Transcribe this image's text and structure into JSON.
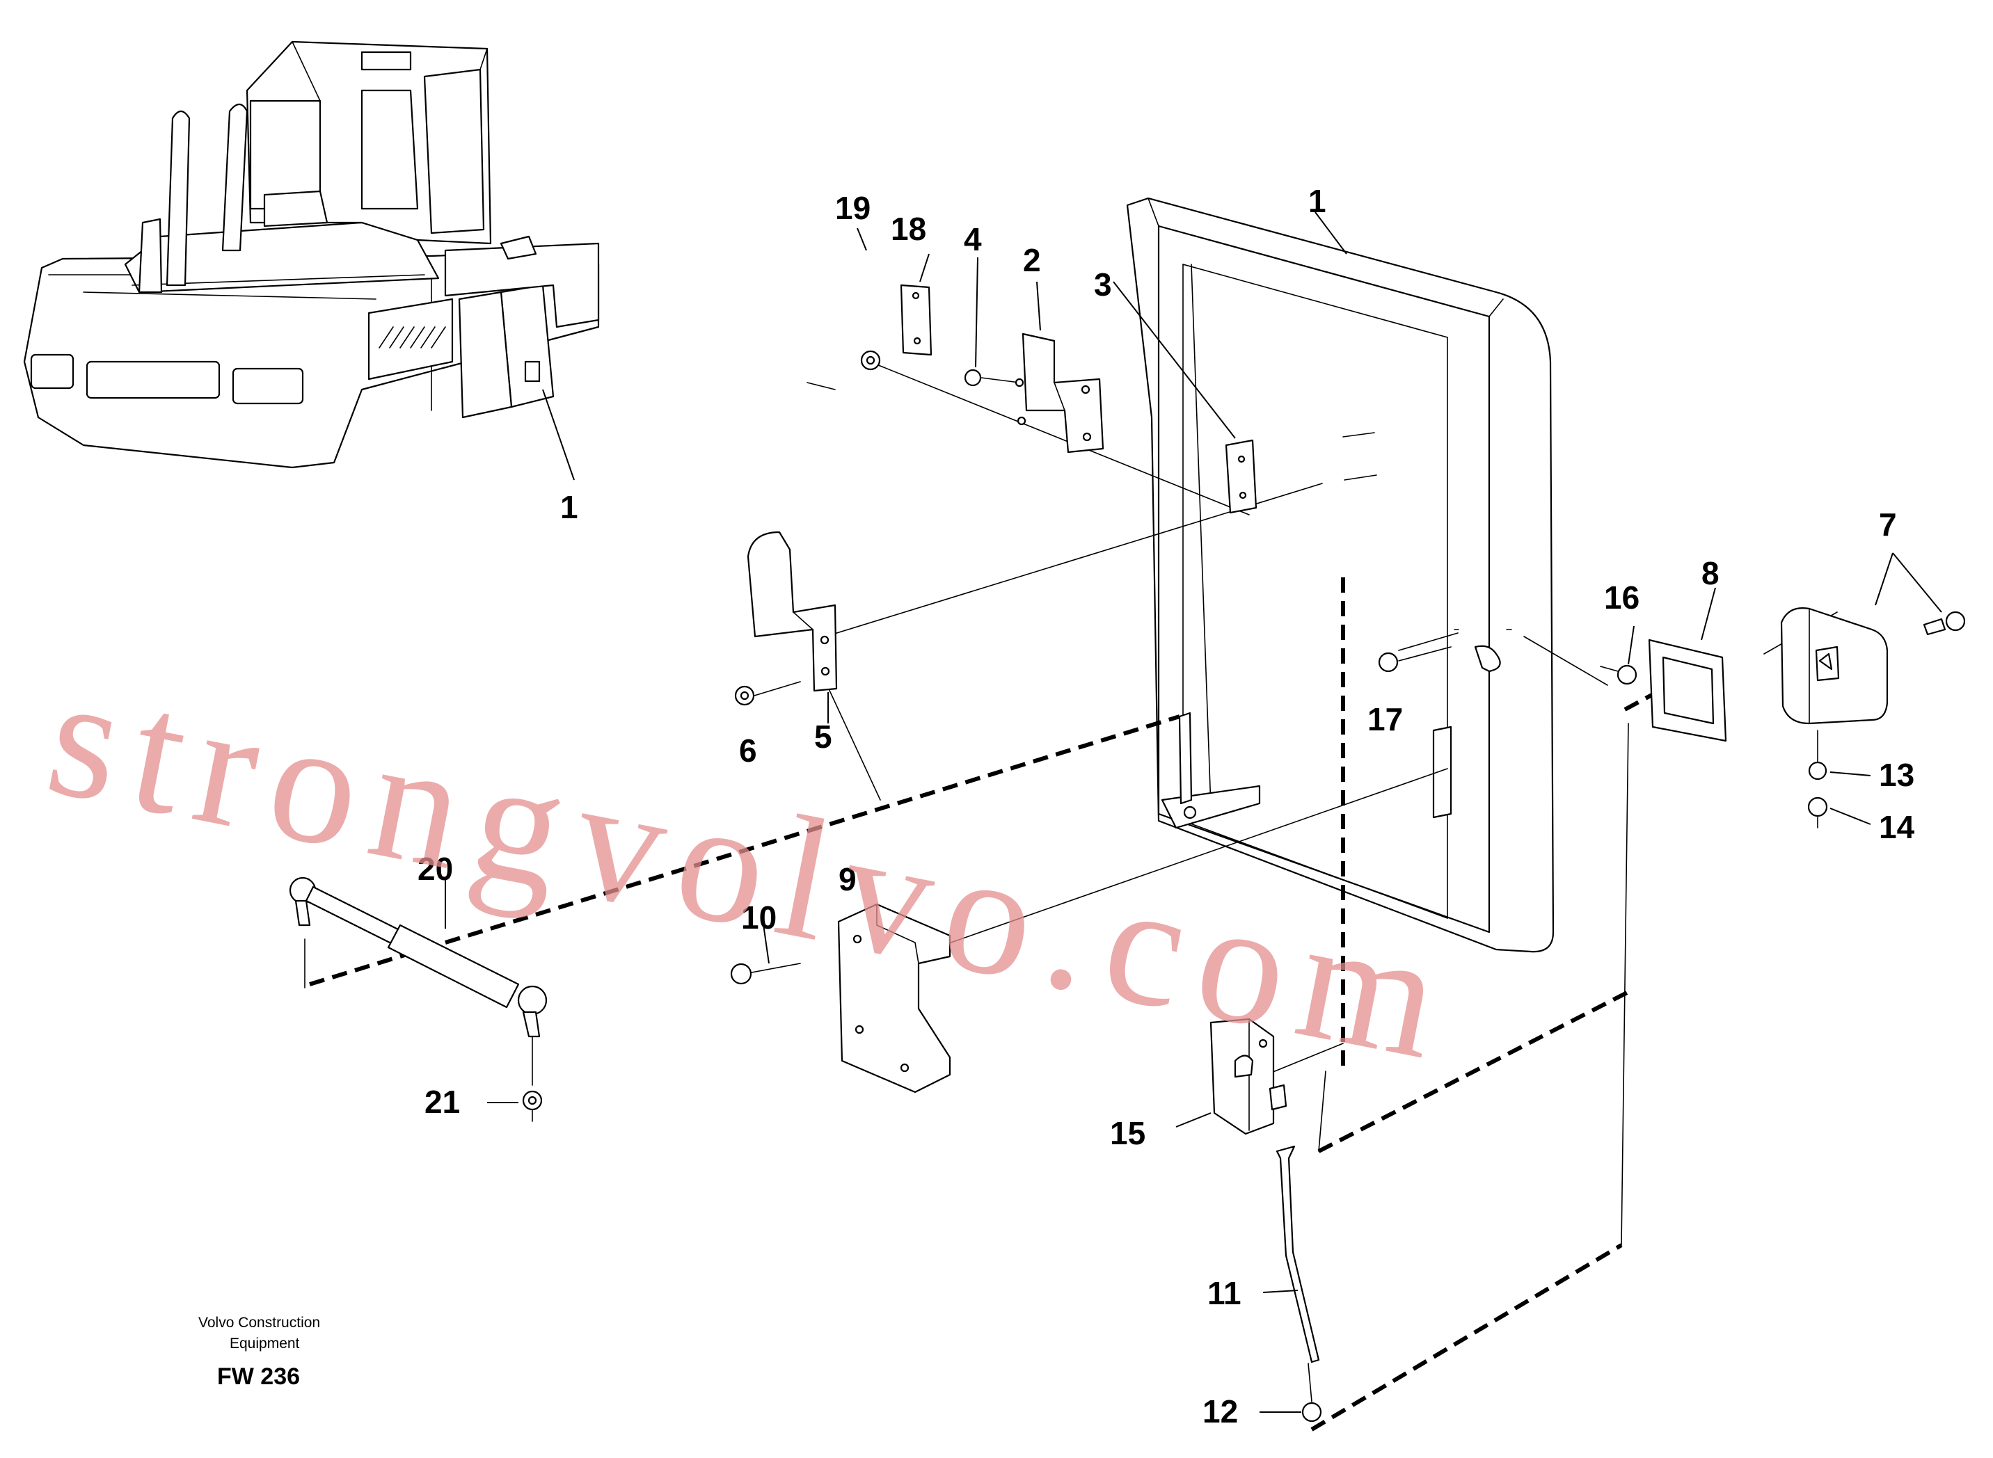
{
  "diagram": {
    "callouts": [
      {
        "id": "c1a",
        "label": "1"
      },
      {
        "id": "c1b",
        "label": "1"
      },
      {
        "id": "c2",
        "label": "2"
      },
      {
        "id": "c3",
        "label": "3"
      },
      {
        "id": "c4",
        "label": "4"
      },
      {
        "id": "c5",
        "label": "5"
      },
      {
        "id": "c6",
        "label": "6"
      },
      {
        "id": "c7",
        "label": "7"
      },
      {
        "id": "c8",
        "label": "8"
      },
      {
        "id": "c9",
        "label": "9"
      },
      {
        "id": "c10",
        "label": "10"
      },
      {
        "id": "c11",
        "label": "11"
      },
      {
        "id": "c12",
        "label": "12"
      },
      {
        "id": "c13",
        "label": "13"
      },
      {
        "id": "c14",
        "label": "14"
      },
      {
        "id": "c15",
        "label": "15"
      },
      {
        "id": "c16",
        "label": "16"
      },
      {
        "id": "c17",
        "label": "17"
      },
      {
        "id": "c18",
        "label": "18"
      },
      {
        "id": "c19",
        "label": "19"
      },
      {
        "id": "c20",
        "label": "20"
      },
      {
        "id": "c21",
        "label": "21"
      }
    ]
  },
  "caption": {
    "brand_line1": "Volvo Construction",
    "brand_line2": "Equipment",
    "figure_code": "FW 236"
  },
  "watermark": {
    "text": "strongvolvo.com",
    "color": "#e48f8f"
  }
}
